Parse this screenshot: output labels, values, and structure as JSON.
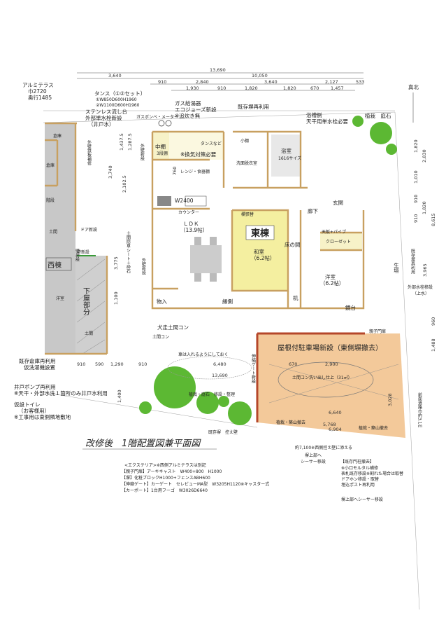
{
  "title": "改修後　1階配置図兼平面図",
  "north": "真北",
  "colors": {
    "west_building": "#c8c8c8",
    "east_room": "#f4efa0",
    "carport": "#f3c99a",
    "tree": "#5cb833",
    "wall": "#c8a060",
    "fence": "#b5472a"
  },
  "dimensions_top": {
    "total": "13,690",
    "row2": [
      "3,640",
      "10,050"
    ],
    "row3": [
      "910",
      "2,840",
      "3,640",
      "2,127",
      "533"
    ],
    "row4": [
      "1,930",
      "910",
      "1,820",
      "1,820",
      "670",
      "1,457"
    ]
  },
  "dimensions_right": [
    "1,820",
    "2,830",
    "1,010",
    "910",
    "910",
    "1,820",
    "8,615",
    "3,965",
    "960",
    "1,488"
  ],
  "dimensions_left": [
    "3,740",
    "1,437.5",
    "1,287.5",
    "760",
    "2,102.5",
    "3,775",
    "1,100"
  ],
  "dimensions_bottom": [
    "910",
    "590",
    "1,290",
    "910",
    "6,480",
    "13,690",
    "1,400"
  ],
  "notes_top": {
    "alumi_terrace": "アルミテラス",
    "alumi_w": "巾2720",
    "alumi_d": "奥行1485",
    "tansu": "タンス（①②セット）",
    "tansu1": "①W850D600H1960",
    "tansu2": "②W1100D600H1960",
    "sink": "ステンレス流し台",
    "faucet": "外部単水栓新設",
    "well": "（井戸水）",
    "gas_meter": "ガスボンベ・メーター",
    "water_heater": "ガス給湯器",
    "ecojozu": "エコジョーズ新設",
    "no_reheat": "※追炊き無",
    "fence_reuse": "既存塀再利用",
    "bath_side": "浴槽側",
    "faucet_need": "天干用単水栓必要",
    "plant": "植栽　庭石"
  },
  "rooms": {
    "storage1": "倉庫",
    "storage2": "倉庫",
    "stairs": "階段",
    "doma1": "土間",
    "west": "西棟",
    "western_room_w": "洋室",
    "lower_roof": "下屋部分",
    "doma2": "土間",
    "shelf": "中棚",
    "shelf_sub": "3段棚",
    "ventilation": "※換気対策必要",
    "tansu_etc": "タンスなど",
    "small_shelf": "小棚",
    "bath": "浴室",
    "bath_size": "1616サイズ",
    "washroom": "洗面脱衣室",
    "range": "レンジ・食器棚",
    "w2400": "W2400",
    "counter": "カウンター",
    "ldk": "ＬＤＫ",
    "ldk_size": "（13.9帖）",
    "east": "東棟",
    "washitsu": "和室",
    "washitsu_size": "（6.2帖）",
    "transom": "欄張替",
    "tokonoma": "床の間",
    "hall": "廊下",
    "entrance": "玄関",
    "closet": "クローゼット",
    "closet_pipe": "天板+パイプ",
    "western_room": "洋室",
    "western_size": "（6.2帖）",
    "desk": "机",
    "mirror": "鏡台",
    "storage3": "物入",
    "engawa": "縁側",
    "doma_con": "犬走土間コン",
    "doma_con2": "土間コン",
    "ext_wall1": "外壁新設",
    "ext_wall2": "外壁新設",
    "iron_plate": "外壁鉄板補修",
    "door_new": "ドア新設",
    "wall_new": "壁新設",
    "wall_new2": "壁新設",
    "gravel": "土間防草シート＋砕石",
    "hedge": "生垣",
    "fence_reuse_r": "既存塀再利用",
    "ext_faucet": "外部水栓移設",
    "ext_faucet2": "（上水）"
  },
  "site": {
    "car_note": "車は入れるようにしておく",
    "plant_move": "植栽・庭石　移設・整理",
    "existing_wall": "既存塀　控え壁",
    "storage_reuse": "既存倉庫再利用",
    "washer": "仮洗濯機設置",
    "pump": "井戸ポンプ再利用",
    "pump_note": "※天干・外部水洗１箇所のみ井戸水利用",
    "toilet": "仮設トイレ",
    "toilet_guest": "（お客様用）",
    "toilet_note": "※工事用は東側隣地敷地",
    "carport": "屋根付駐車場新設（東側塀撤去）",
    "carport_floor": "土間コン洗い出し仕上（31㎡）",
    "gate_door": "親子門扉",
    "carport_dims": [
      "670",
      "2,900",
      "6,640",
      "5,768",
      "6,904",
      "3,028"
    ],
    "plant_remove1": "植栽・築山撤去",
    "plant_remove2": "植栽・築山撤去",
    "gate_new": "伸縮ゲート新設",
    "front_road": "前面道路巾約3.1ｍ",
    "approx_7100": "約7,100※西側控え壁に添える",
    "shisa1": "塀上部へ",
    "shisa2": "シーサー移設",
    "shisa3": "塀上部へシーサー移設"
  },
  "exterior_spec": [
    "<エクステリア>※西側アルミテラスは別記",
    "【親子門扉】アーキキャスト　W400+800　H1000",
    "【塀】化粧ブロックH1000+フェンスABH600",
    "【伸縮ゲート】カーゲート　セレビューMA型　W3205H1120※キャスター式",
    "【カーポート】1台用フーゴ　W3026D6640"
  ],
  "gate_pillar_notes": [
    "【既存門柱撤去】",
    "※小口モルタル補修",
    "表札既存移設※割れた場合は取替",
    "ドアホン移設・取替",
    "埋込ポスト再利用"
  ]
}
